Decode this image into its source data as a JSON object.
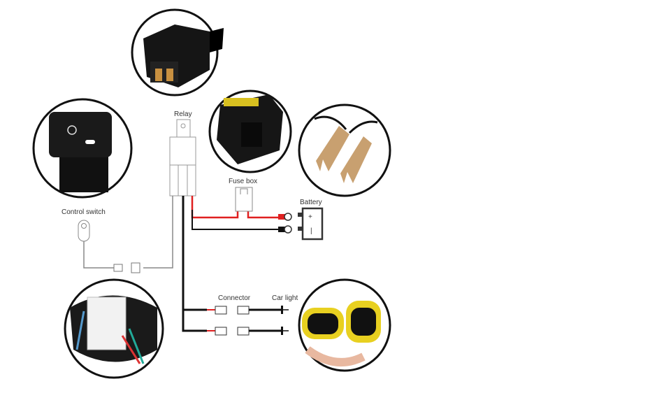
{
  "labels": {
    "relay": "Relay",
    "fuse_box": "Fuse box",
    "battery": "Battery",
    "control_switch": "Control switch",
    "connector": "Connector",
    "car_light": "Car light",
    "battery_plus": "+",
    "battery_minus": "|"
  },
  "colors": {
    "positive_wire": "#e02020",
    "ground_wire": "#111111",
    "signal_wire": "#888888",
    "connector_yellow": "#e8d020"
  }
}
